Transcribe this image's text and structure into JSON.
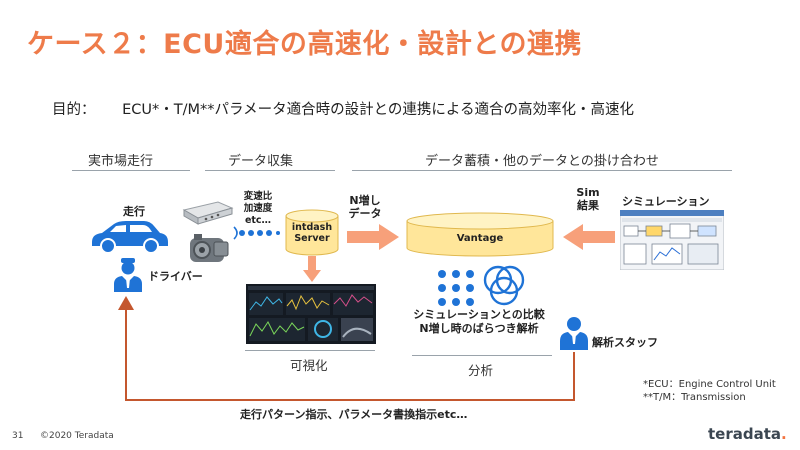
{
  "slide": {
    "title": "ケース２：ECU適合の高速化・設計との連携",
    "purpose_label": "目的：",
    "purpose_text": "ECU*・T/M**パラメータ適合時の設計との連携による適合の高効率化・高速化",
    "page_number": "31",
    "copyright": "©2020 Teradata",
    "brand": "teradata",
    "brand_dot": "."
  },
  "stages": {
    "driving": "実市場走行",
    "collection": "データ収集",
    "storage": "データ蓄積・他のデータとの掛け合わせ"
  },
  "labels": {
    "run": "走行",
    "driver": "ドライバー",
    "signals_1": "変速比",
    "signals_2": "加速度",
    "signals_3": "etc…",
    "server_1": "intdash",
    "server_2": "Server",
    "n_increase_1": "N増し",
    "n_increase_2": "データ",
    "sim_result_1": "Sim",
    "sim_result_2": "結果",
    "simulation": "シミュレーション",
    "vantage": "Vantage",
    "compare_1": "シミュレーションとの比較",
    "compare_2": "N増し時のばらつき解析",
    "analyst": "解析スタッフ",
    "visualization": "可視化",
    "analysis": "分析",
    "feedback": "走行パターン指示、パラメータ書換指示etc…"
  },
  "footnotes": {
    "ecu": "*ECU：Engine Control Unit",
    "tm": "**T/M：Transmission"
  },
  "colors": {
    "title": "#ee7b4a",
    "accent_blue": "#1f73d6",
    "arrow_orange": "#f7a07a",
    "feedback_line": "#c4572e",
    "db_yellow": "#ffe69a"
  }
}
